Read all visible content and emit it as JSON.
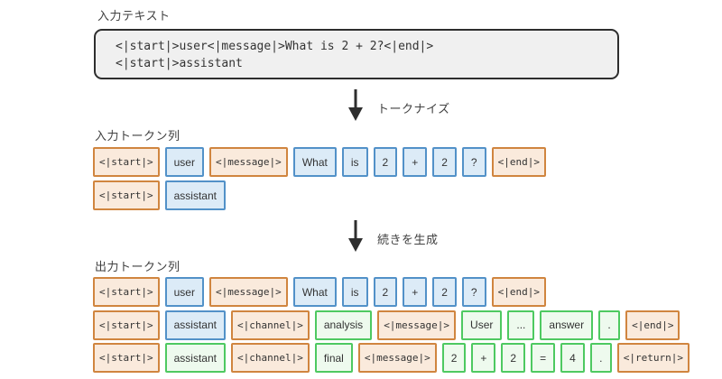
{
  "labels": {
    "input_text": "入力テキスト",
    "tokenize": "トークナイズ",
    "input_tokens": "入力トークン列",
    "generate": "続きを生成",
    "output_tokens": "出力トークン列"
  },
  "code": {
    "lines": [
      "<|start|>user<|message|>What is 2 + 2?<|end|>",
      "<|start|>assistant"
    ]
  },
  "colors": {
    "special_bg": "#faeadc",
    "special_border": "#d0853f",
    "input_bg": "#dcebf7",
    "input_border": "#5291c8",
    "generated_bg": "#eefaee",
    "generated_border": "#4ec961",
    "code_bg": "#f0f0f0",
    "code_border": "#2e2e2e",
    "text": "#333333",
    "label": "#414141",
    "arrow": "#2e2e2e"
  },
  "token_rows": {
    "input": [
      [
        {
          "text": "<|start|>",
          "kind": "special"
        },
        {
          "text": "user",
          "kind": "input"
        },
        {
          "text": "<|message|>",
          "kind": "special"
        },
        {
          "text": "What",
          "kind": "input"
        },
        {
          "text": "is",
          "kind": "input"
        },
        {
          "text": "2",
          "kind": "input"
        },
        {
          "text": "+",
          "kind": "input"
        },
        {
          "text": "2",
          "kind": "input"
        },
        {
          "text": "?",
          "kind": "input"
        },
        {
          "text": "<|end|>",
          "kind": "special"
        }
      ],
      [
        {
          "text": "<|start|>",
          "kind": "special"
        },
        {
          "text": "assistant",
          "kind": "input"
        }
      ]
    ],
    "output": [
      [
        {
          "text": "<|start|>",
          "kind": "special"
        },
        {
          "text": "user",
          "kind": "input"
        },
        {
          "text": "<|message|>",
          "kind": "special"
        },
        {
          "text": "What",
          "kind": "input"
        },
        {
          "text": "is",
          "kind": "input"
        },
        {
          "text": "2",
          "kind": "input"
        },
        {
          "text": "+",
          "kind": "input"
        },
        {
          "text": "2",
          "kind": "input"
        },
        {
          "text": "?",
          "kind": "input"
        },
        {
          "text": "<|end|>",
          "kind": "special"
        }
      ],
      [
        {
          "text": "<|start|>",
          "kind": "special"
        },
        {
          "text": "assistant",
          "kind": "input"
        },
        {
          "text": "<|channel|>",
          "kind": "special"
        },
        {
          "text": "analysis",
          "kind": "generated"
        },
        {
          "text": "<|message|>",
          "kind": "special"
        },
        {
          "text": "User",
          "kind": "generated"
        },
        {
          "text": "...",
          "kind": "generated"
        },
        {
          "text": "answer",
          "kind": "generated"
        },
        {
          "text": ".",
          "kind": "generated"
        },
        {
          "text": "<|end|>",
          "kind": "special"
        }
      ],
      [
        {
          "text": "<|start|>",
          "kind": "special"
        },
        {
          "text": "assistant",
          "kind": "generated"
        },
        {
          "text": "<|channel|>",
          "kind": "special"
        },
        {
          "text": "final",
          "kind": "generated"
        },
        {
          "text": "<|message|>",
          "kind": "special"
        },
        {
          "text": "2",
          "kind": "generated"
        },
        {
          "text": "+",
          "kind": "generated"
        },
        {
          "text": "2",
          "kind": "generated"
        },
        {
          "text": "=",
          "kind": "generated"
        },
        {
          "text": "4",
          "kind": "generated"
        },
        {
          "text": ".",
          "kind": "generated"
        },
        {
          "text": "<|return|>",
          "kind": "special"
        }
      ]
    ]
  }
}
